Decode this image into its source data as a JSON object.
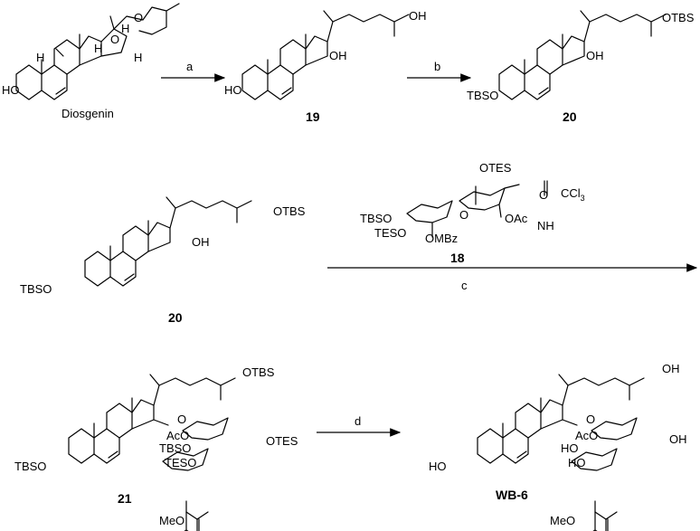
{
  "compounds": {
    "diosgenin": "Diosgenin",
    "c19": "19",
    "c20_top": "20",
    "c18": "18",
    "c20_mid": "20",
    "c21": "21",
    "wb6": "WB-6"
  },
  "steps": {
    "a": "a",
    "b": "b",
    "c": "c",
    "d": "d"
  },
  "atoms": {
    "ho": "HO",
    "oh": "OH",
    "tbso": "TBSO",
    "otbs": "OTBS",
    "h": "H",
    "o": "O",
    "tes": "TESO",
    "otes": "OTES",
    "ombz": "OMBz",
    "oac": "OAc",
    "aco": "AcO",
    "ccl3": "CCl",
    "ccl3_sub": "3",
    "nh": "NH",
    "meo": "MeO"
  }
}
